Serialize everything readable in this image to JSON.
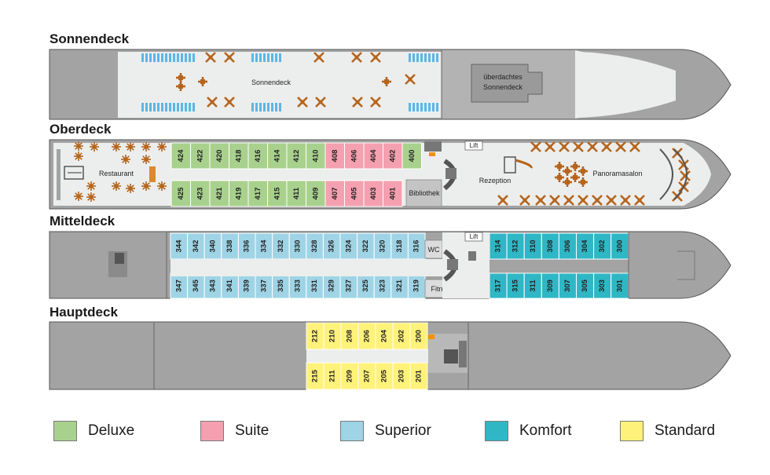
{
  "decks": {
    "sonnendeck": {
      "title": "Sonnendeck",
      "area_label": "Sonnendeck",
      "covered_label_1": "überdachtes",
      "covered_label_2": "Sonnendeck"
    },
    "oberdeck": {
      "title": "Oberdeck",
      "restaurant": "Restaurant",
      "lift": "Lift",
      "bibliothek": "Bibliothek",
      "rezeption": "Rezeption",
      "panoramasalon": "Panoramasalon",
      "cabins_top": [
        {
          "no": "424",
          "cat": "deluxe"
        },
        {
          "no": "422",
          "cat": "deluxe"
        },
        {
          "no": "420",
          "cat": "deluxe"
        },
        {
          "no": "418",
          "cat": "deluxe"
        },
        {
          "no": "416",
          "cat": "deluxe"
        },
        {
          "no": "414",
          "cat": "deluxe"
        },
        {
          "no": "412",
          "cat": "deluxe"
        },
        {
          "no": "410",
          "cat": "deluxe"
        },
        {
          "no": "408",
          "cat": "suite"
        },
        {
          "no": "406",
          "cat": "suite"
        },
        {
          "no": "404",
          "cat": "suite"
        },
        {
          "no": "402",
          "cat": "suite"
        },
        {
          "no": "400",
          "cat": "deluxe"
        }
      ],
      "cabins_bottom": [
        {
          "no": "425",
          "cat": "deluxe"
        },
        {
          "no": "423",
          "cat": "deluxe"
        },
        {
          "no": "421",
          "cat": "deluxe"
        },
        {
          "no": "419",
          "cat": "deluxe"
        },
        {
          "no": "417",
          "cat": "deluxe"
        },
        {
          "no": "415",
          "cat": "deluxe"
        },
        {
          "no": "411",
          "cat": "deluxe"
        },
        {
          "no": "409",
          "cat": "deluxe"
        },
        {
          "no": "407",
          "cat": "suite"
        },
        {
          "no": "405",
          "cat": "suite"
        },
        {
          "no": "403",
          "cat": "suite"
        },
        {
          "no": "401",
          "cat": "suite"
        }
      ]
    },
    "mitteldeck": {
      "title": "Mitteldeck",
      "lift": "Lift",
      "wc": "WC",
      "fitness": "Fitness",
      "cabins_top_superior": [
        "344",
        "342",
        "340",
        "338",
        "336",
        "334",
        "332",
        "330",
        "328",
        "326",
        "324",
        "322",
        "320",
        "318",
        "316"
      ],
      "cabins_top_komfort": [
        "314",
        "312",
        "310",
        "308",
        "306",
        "304",
        "302",
        "300"
      ],
      "cabins_bottom_superior": [
        "347",
        "345",
        "343",
        "341",
        "339",
        "337",
        "335",
        "333",
        "331",
        "329",
        "327",
        "325",
        "323",
        "321",
        "319"
      ],
      "cabins_bottom_komfort": [
        "317",
        "315",
        "311",
        "309",
        "307",
        "305",
        "303",
        "301"
      ]
    },
    "hauptdeck": {
      "title": "Hauptdeck",
      "cabins_top": [
        "212",
        "210",
        "208",
        "206",
        "204",
        "202",
        "200"
      ],
      "cabins_bottom": [
        "215",
        "211",
        "209",
        "207",
        "205",
        "203",
        "201"
      ]
    }
  },
  "legend": [
    {
      "label": "Deluxe",
      "color": "#a9d18e"
    },
    {
      "label": "Suite",
      "color": "#f4a0b0"
    },
    {
      "label": "Superior",
      "color": "#9fd4e6"
    },
    {
      "label": "Komfort",
      "color": "#2fb7c6"
    },
    {
      "label": "Standard",
      "color": "#fff27a"
    }
  ],
  "colors": {
    "deluxe": "#a9d18e",
    "suite": "#f4a0b0",
    "superior": "#9fd4e6",
    "komfort": "#2fb7c6",
    "standard": "#fff27a",
    "hull": "#a3a3a3",
    "deck": "#eceeed",
    "furniture": "#b5651d",
    "lounger": "#5bb7e6",
    "marker": "#f39200"
  }
}
